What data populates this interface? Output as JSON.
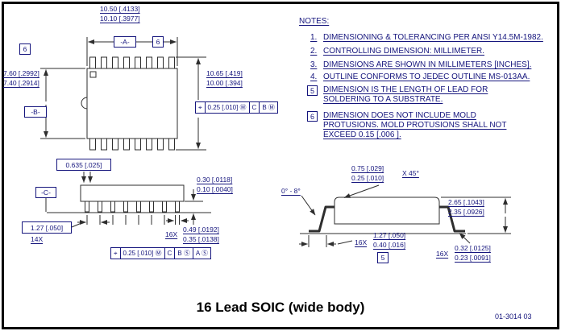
{
  "colors": {
    "text": "#15157d",
    "line": "#2e2e2e",
    "frame": "#000000"
  },
  "title": "16 Lead SOIC  (wide body)",
  "doc_number": "01-3014 03",
  "notes": {
    "heading": "NOTES:",
    "items": [
      {
        "num": "1.",
        "text": "DIMENSIONING & TOLERANCING PER ANSI Y14.5M-1982."
      },
      {
        "num": "2.",
        "text": "CONTROLLING DIMENSION: MILLIMETER."
      },
      {
        "num": "3.",
        "text": "DIMENSIONS ARE SHOWN IN MILLIMETERS [INCHES]."
      },
      {
        "num": "4.",
        "text": "OUTLINE CONFORMS TO JEDEC OUTLINE MS-013AA."
      },
      {
        "num": "5",
        "text": "DIMENSION IS THE LENGTH OF LEAD FOR SOLDERING TO A SUBSTRATE."
      },
      {
        "num": "6",
        "text": "DIMENSION DOES NOT INCLUDE MOLD PROTUSIONS. MOLD PROTUSIONS SHALL NOT EXCEED 0.15 [.006 ]."
      }
    ]
  },
  "top_view": {
    "dim_body_length_max": "10.50 [.4133]",
    "dim_body_length_min": "10.10 [.3977]",
    "datum_a": "-A-",
    "flag_top": "6",
    "dim_body_width_max": "7.60 [.2992]",
    "dim_body_width_min": "7.40 [.2914]",
    "flag_left": "6",
    "datum_b": "-B-",
    "dim_lead_span_max": "10.65 [.419]",
    "dim_lead_span_min": "10.00 [.394]",
    "fcf": [
      "⌖",
      "0.25 [.010] Ⓜ",
      "C",
      "B Ⓜ"
    ]
  },
  "side_view": {
    "dim_ref": "0.635 [.025]",
    "datum_c": "-C-",
    "dim_standoff_max": "0.30 [.0118]",
    "dim_standoff_min": "0.10 [.0040]",
    "dim_pitch": "1.27 [.050]",
    "pitch_count": "14X",
    "lead_count": "16X",
    "dim_lead_width_max": "0.49 [.0192]",
    "dim_lead_width_min": "0.35 [.0138]",
    "fcf": [
      "⌖",
      "0.25 [.010] Ⓜ",
      "C",
      "B Ⓢ",
      "A Ⓢ"
    ]
  },
  "lead_view": {
    "dim_chamfer_max": "0.75 [.029]",
    "dim_chamfer_min": "0.25 [.010]",
    "chamfer_suffix": "X 45°",
    "dim_angle": "0° - 8°",
    "dim_height_max": "2.65 [.1043]",
    "dim_height_min": "2.35 [.0926]",
    "foot_count": "16X",
    "dim_foot_max": "1.27 [.050]",
    "dim_foot_min": "0.40 [.016]",
    "flag_foot": "5",
    "thickness_count": "16X",
    "dim_thickness_max": "0.32 [.0125]",
    "dim_thickness_min": "0.23 [.0091]"
  }
}
